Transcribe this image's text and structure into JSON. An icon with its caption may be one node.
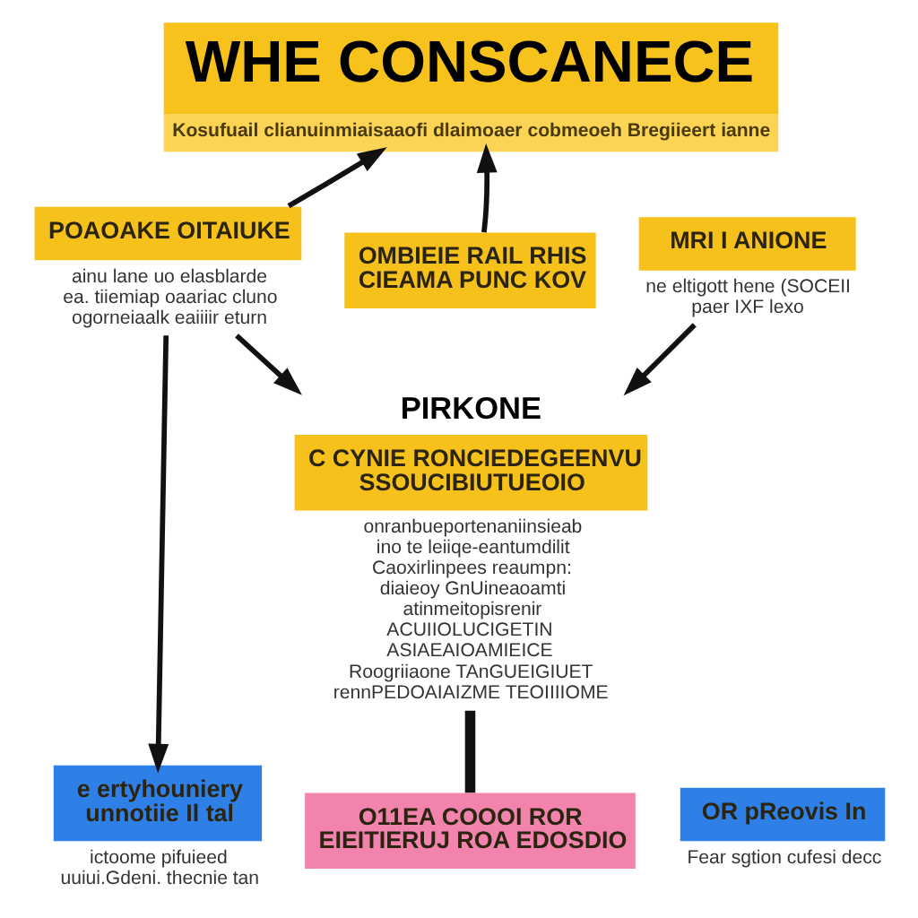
{
  "diagram": {
    "nodes": [
      {
        "text": [
          "WHE CONSCANECE",
          "Kosufuail clianuinmiaisaaofi dlaimoaer cobmeoeh Bregiieert ianne"
        ]
      },
      {
        "text": [
          "POAOAKE OITAIUKE"
        ],
        "beside": [
          "ainu lane uo elasblarde ea. tiiemiap oaariac cluno ogorneiaalk eaiiiir eturn"
        ]
      },
      {
        "text": [
          "OMBIEIE RAIL RHIS CIEAMA PUNC KOV"
        ]
      },
      {
        "text": [
          "MRI I ANIONE"
        ],
        "beside": [
          "ne eltigott hene (SOCEII paer IXF lexo"
        ]
      },
      {
        "text": [
          "PIRKONE",
          "C CYNIE RONCIEDEGEENVU SSOUCIBIUTUEOIO"
        ],
        "beside": [
          "onranbueportenaniinsieab ino te leiiqe-eantumdilit Caoxirlinpees reaumpn: diaieoy GnUineaoamti atinmeitopisrenir ACUIIOLUCIGETIN ASIAEAIOAMIEICE Roogriiaone TAnGUEIGIUET rennPEDOAIAIZME TEOIIIIOME"
        ]
      },
      {
        "text": [
          "e ertyhouniery unnotiie Il tal"
        ],
        "beside": [
          "ictoome pifuieed uuiui.Gdeni. thecnie tan"
        ]
      },
      {
        "text": [
          "OR pReovis In"
        ],
        "beside": [
          "Fear sgtion cufesi decc"
        ]
      },
      {
        "text": [
          "O11EA COOOI ROR EIEITIERUJ ROA EDOSDIO"
        ]
      }
    ],
    "edges": [
      {
        "from": 1,
        "to": 0,
        "arrow": "to"
      },
      {
        "from": 2,
        "to": 0,
        "arrow": "to"
      },
      {
        "from": 1,
        "to": 4,
        "arrow": "to"
      },
      {
        "from": 3,
        "to": 4,
        "arrow": "to"
      },
      {
        "from": 1,
        "to": 5,
        "arrow": "to"
      },
      {
        "from": 4,
        "to": 7,
        "arrow": "none",
        "style": "thick"
      }
    ]
  }
}
